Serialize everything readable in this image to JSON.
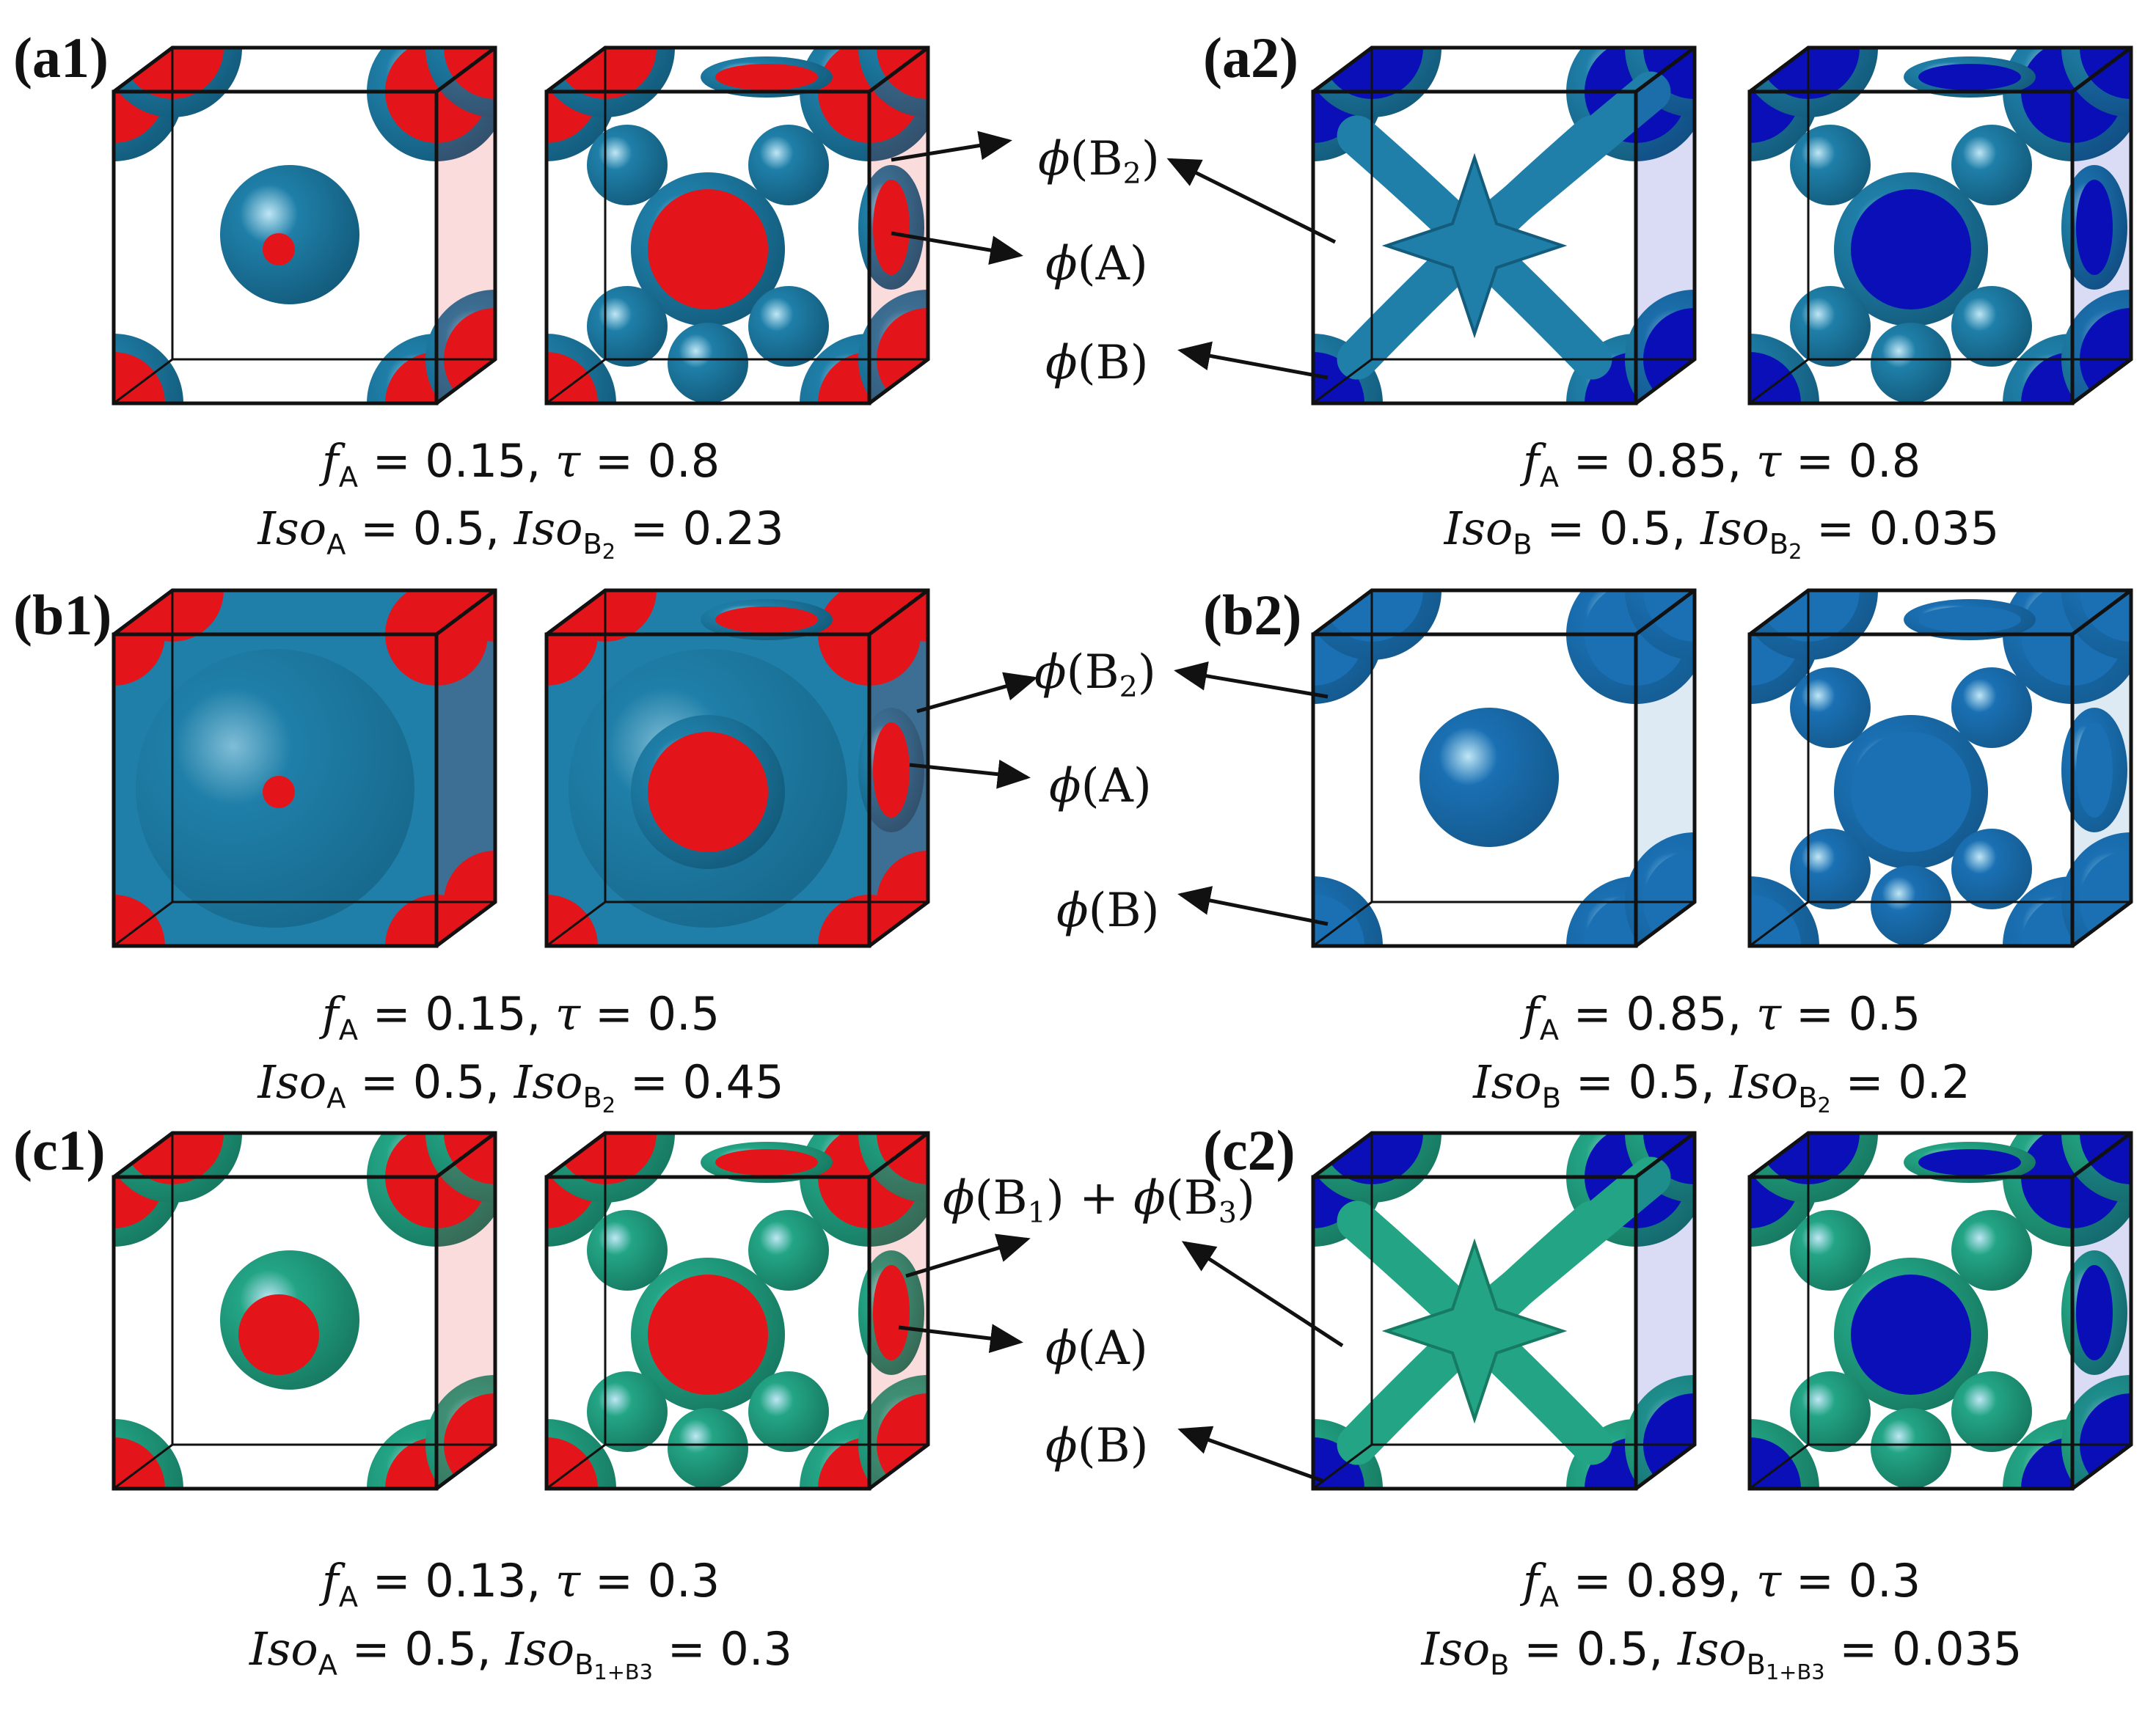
{
  "panels": [
    {
      "id": "a1",
      "label": "(a1)",
      "f_value": "0.15",
      "tau_value": "0.8",
      "iso_major_sub": "A",
      "iso_major_value": "0.5",
      "iso_minor_sub": "B",
      "iso_minor_subsub": "2",
      "iso_minor_value": "0.23",
      "style": "red-blue-spheres"
    },
    {
      "id": "a2",
      "label": "(a2)",
      "f_value": "0.85",
      "tau_value": "0.8",
      "iso_major_sub": "B",
      "iso_major_value": "0.5",
      "iso_minor_sub": "B",
      "iso_minor_subsub": "2",
      "iso_minor_value": "0.035",
      "style": "blue-network"
    },
    {
      "id": "b1",
      "label": "(b1)",
      "f_value": "0.15",
      "tau_value": "0.5",
      "iso_major_sub": "A",
      "iso_major_value": "0.5",
      "iso_minor_sub": "B",
      "iso_minor_subsub": "2",
      "iso_minor_value": "0.45",
      "style": "red-blue-filled"
    },
    {
      "id": "b2",
      "label": "(b2)",
      "f_value": "0.85",
      "tau_value": "0.5",
      "iso_major_sub": "B",
      "iso_major_value": "0.5",
      "iso_minor_sub": "B",
      "iso_minor_subsub": "2",
      "iso_minor_value": "0.2",
      "style": "blue-spheres"
    },
    {
      "id": "c1",
      "label": "(c1)",
      "f_value": "0.13",
      "tau_value": "0.3",
      "iso_major_sub": "A",
      "iso_major_value": "0.5",
      "iso_minor_sub": "B",
      "iso_minor_subsub": "1+B",
      "iso_minor_subsub2": "3",
      "iso_minor_value": "0.3",
      "style": "red-green-spheres"
    },
    {
      "id": "c2",
      "label": "(c2)",
      "f_value": "0.89",
      "tau_value": "0.3",
      "iso_major_sub": "B",
      "iso_major_value": "0.5",
      "iso_minor_sub": "B",
      "iso_minor_subsub": "1+B",
      "iso_minor_subsub2": "3",
      "iso_minor_value": "0.035",
      "style": "green-network"
    }
  ],
  "annotations": {
    "phi": "ϕ",
    "row_a": {
      "top": "B",
      "top_sub": "2",
      "mid": "A",
      "bot": "B"
    },
    "row_b": {
      "top": "B",
      "top_sub": "2",
      "mid": "A",
      "bot": "B"
    },
    "row_c": {
      "top1": "B",
      "top1_sub": "1",
      "plus": "+",
      "top2": "B",
      "top2_sub": "3",
      "mid": "A",
      "bot": "B"
    }
  },
  "symbols": {
    "f": "f",
    "f_sub": "A",
    "tau": "τ",
    "iso": "Iso",
    "eq": "=",
    "comma": ","
  },
  "colors": {
    "red": "#e3151a",
    "teal_blue": "#1f7fa8",
    "dark_blue": "#0a0fb8",
    "green": "#23a585",
    "sphere_blue": "#1a70b3"
  }
}
